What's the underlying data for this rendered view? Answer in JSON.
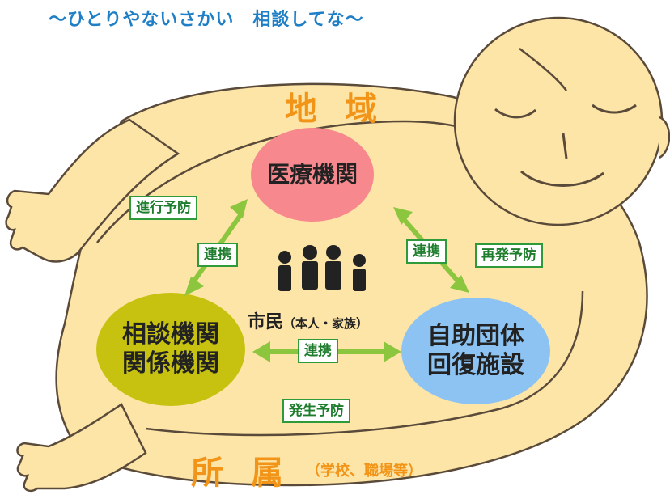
{
  "slogan": "〜ひとりやないさかい　相談してな〜",
  "regions": {
    "community": "地域",
    "affiliation": "所属",
    "affiliation_note": "（学校、職場等）"
  },
  "nodes": {
    "medical": {
      "label": "医療機関",
      "color": "#f7888e"
    },
    "consultation": {
      "lines": [
        "相談機関",
        "関係機関"
      ],
      "color": "#c7c20f"
    },
    "selfhelp": {
      "lines": [
        "自助団体",
        "回復施設"
      ],
      "color": "#8cc3f2"
    }
  },
  "tags": {
    "progression_prevention": "進行予防",
    "relapse_prevention": "再発予防",
    "onset_prevention": "発生予防",
    "cooperation_left": "連携",
    "cooperation_right": "連携",
    "cooperation_bottom": "連携"
  },
  "citizen": {
    "label": "市民",
    "note": "（本人・家族）"
  },
  "colors": {
    "body_fill": "#fde5a7",
    "outline": "#5a4a3a",
    "arrow": "#8cc63f",
    "tag_border": "#2e9a3a",
    "region_text": "#f29417",
    "slogan_text": "#1f7fc6"
  },
  "icons": [
    "person-icon",
    "person-icon",
    "person-icon",
    "person-icon"
  ]
}
